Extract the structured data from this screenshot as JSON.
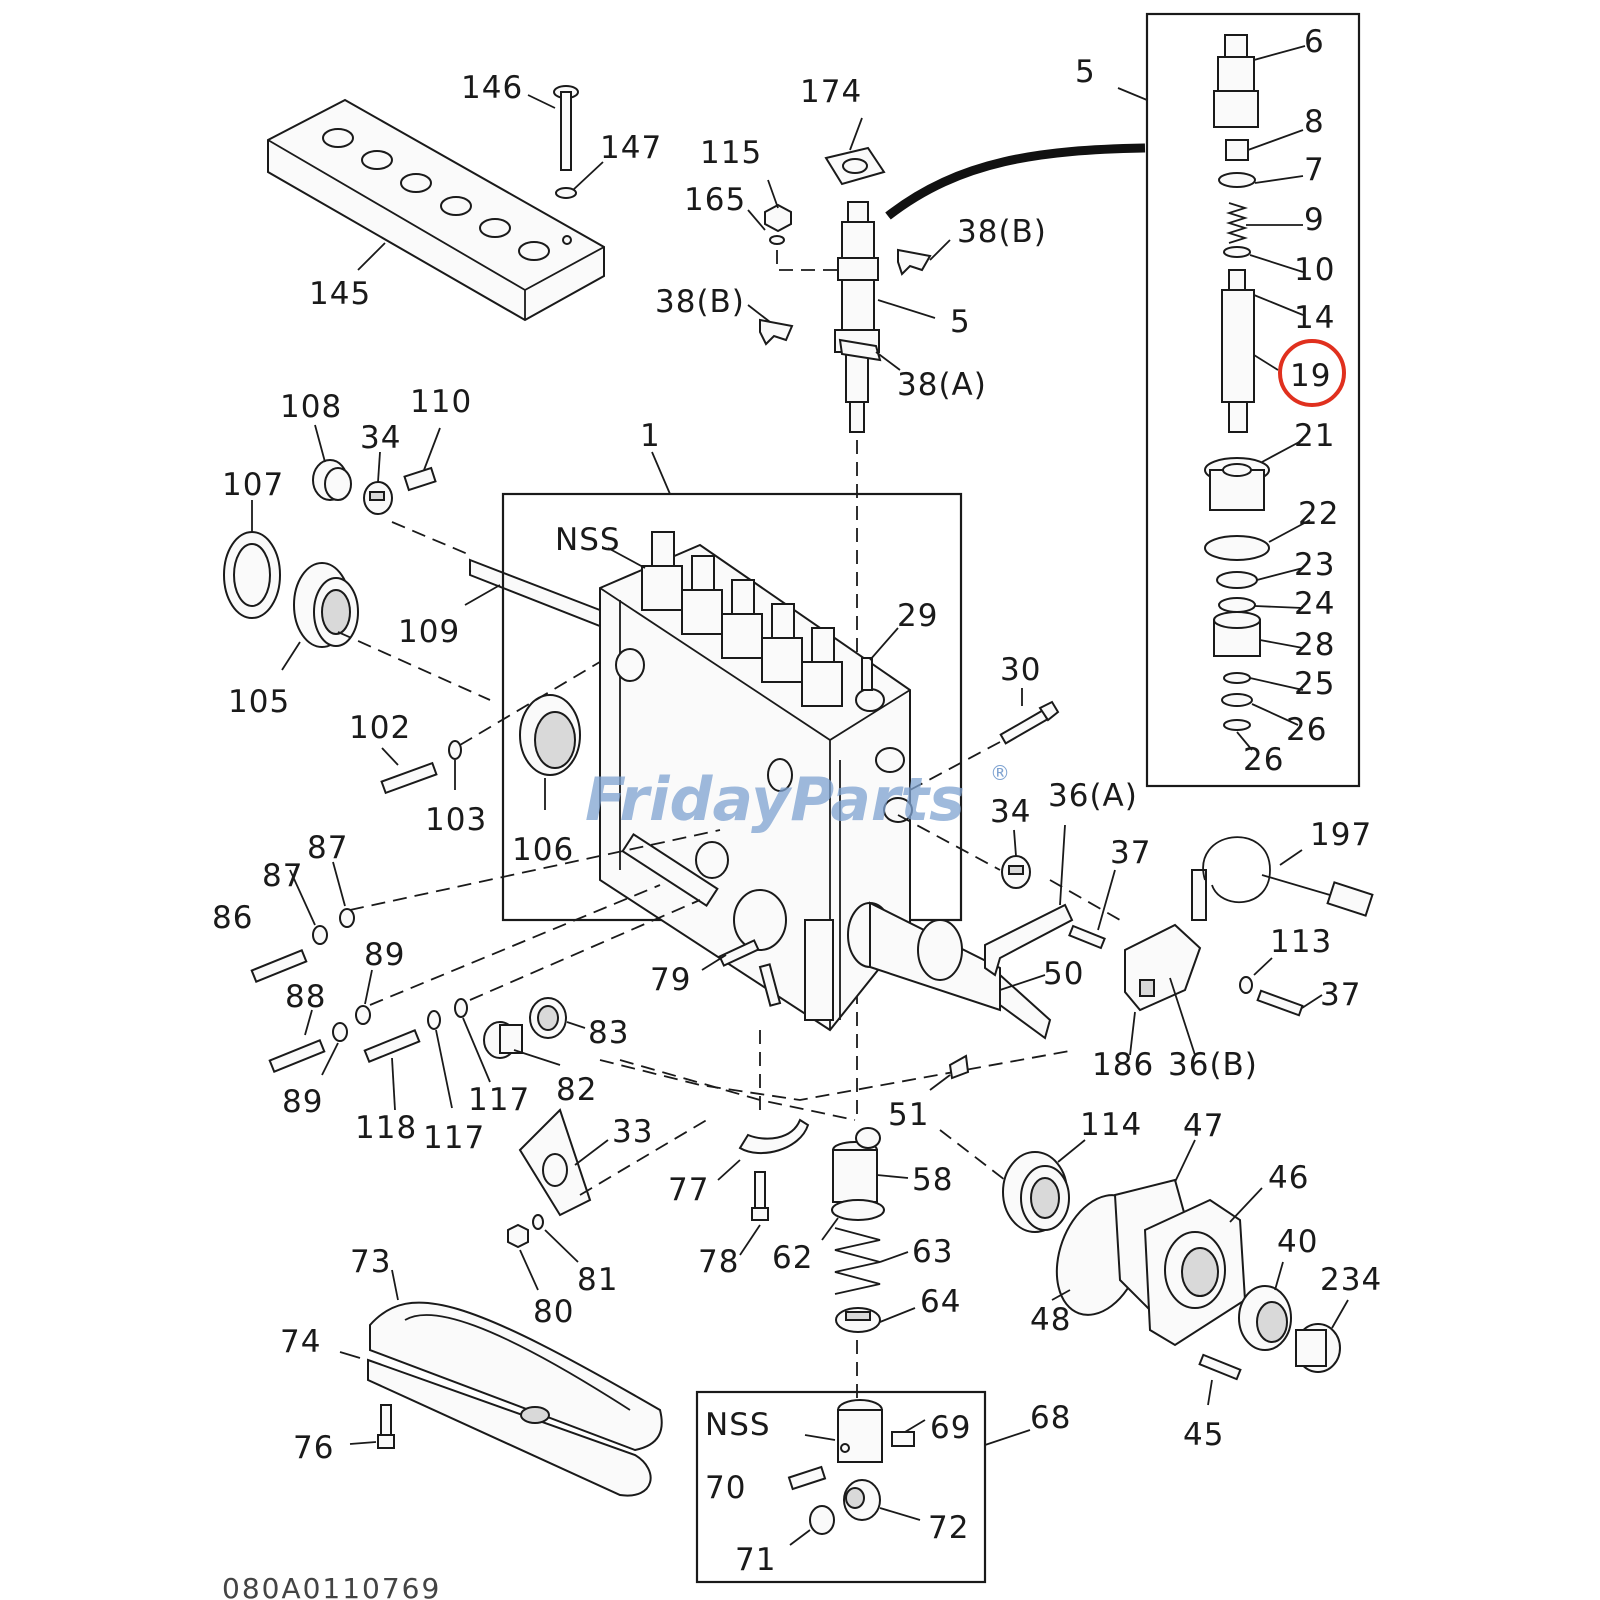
{
  "diagram": {
    "drawing_code": "080A0110769",
    "watermark": "FridayParts",
    "watermark_mark": "®",
    "highlighted_part": "19",
    "highlight_color": "#e0301e",
    "callouts": {
      "c1": "1",
      "c5a": "5",
      "c5b": "5",
      "c6": "6",
      "c7": "7",
      "c8": "8",
      "c9": "9",
      "c10": "10",
      "c14": "14",
      "c19": "19",
      "c21": "21",
      "c22": "22",
      "c23": "23",
      "c24": "24",
      "c25": "25",
      "c26a": "26",
      "c26b": "26",
      "c28": "28",
      "c29": "29",
      "c30": "30",
      "c33": "33",
      "c34a": "34",
      "c34b": "34",
      "c36a": "36(A)",
      "c36b": "36(B)",
      "c37a": "37",
      "c37b": "37",
      "c38a": "38(A)",
      "c38b1": "38(B)",
      "c38b2": "38(B)",
      "c40": "40",
      "c45": "45",
      "c46": "46",
      "c47": "47",
      "c48": "48",
      "c50": "50",
      "c51": "51",
      "c58": "58",
      "c62": "62",
      "c63": "63",
      "c64": "64",
      "c68": "68",
      "c69": "69",
      "c70": "70",
      "c71": "71",
      "c72": "72",
      "c73": "73",
      "c74": "74",
      "c76": "76",
      "c77": "77",
      "c78": "78",
      "c79": "79",
      "c80": "80",
      "c81": "81",
      "c82": "82",
      "c83": "83",
      "c86": "86",
      "c87a": "87",
      "c87b": "87",
      "c88": "88",
      "c89a": "89",
      "c89b": "89",
      "c102": "102",
      "c103": "103",
      "c105": "105",
      "c106": "106",
      "c107": "107",
      "c108": "108",
      "c109": "109",
      "c110": "110",
      "c113": "113",
      "c114": "114",
      "c115": "115",
      "c117a": "117",
      "c117b": "117",
      "c118": "118",
      "c145": "145",
      "c146": "146",
      "c147": "147",
      "c165": "165",
      "c174": "174",
      "c186": "186",
      "c197": "197",
      "c234": "234",
      "nss_a": "NSS",
      "nss_b": "NSS"
    }
  }
}
